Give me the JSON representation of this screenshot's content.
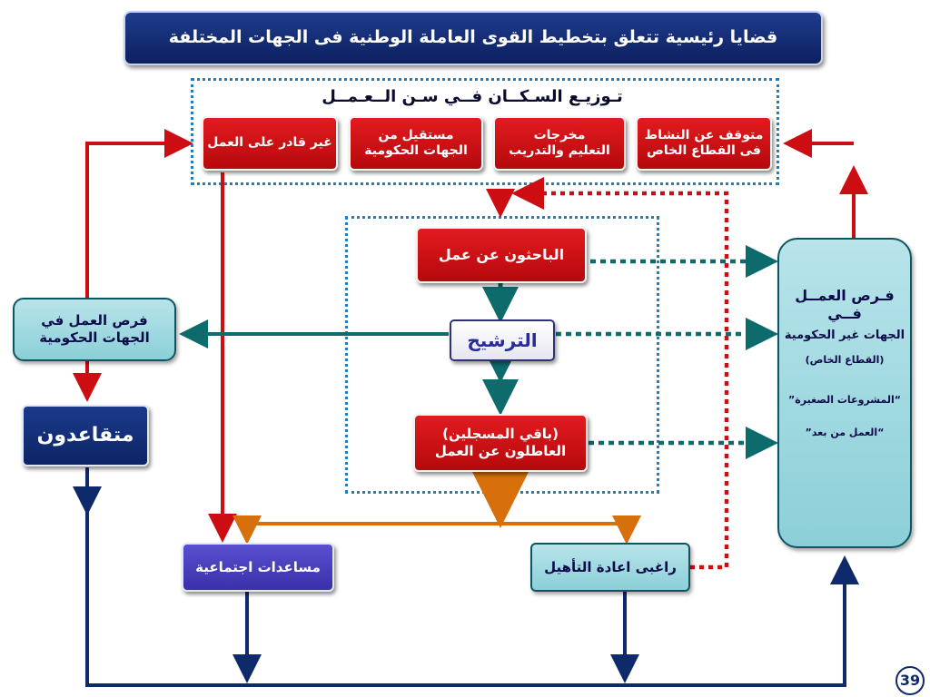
{
  "title": "قضايا رئيسية تتعلق بتخطيط القوى العاملة الوطنية فى الجهات المختلفة",
  "population_header": "تـوزيـع السـكــان فــي سـن الــعـمــل",
  "top_boxes": [
    {
      "line1": "غير قادر على العمل",
      "line2": ""
    },
    {
      "line1": "مستقيل من",
      "line2": "الجهات الحكومية"
    },
    {
      "line1": "مخرجات",
      "line2": "التعليم والتدريب"
    },
    {
      "line1": "متوقف عن النشاط",
      "line2": "فى القطاع الخاص"
    }
  ],
  "job_seekers": "الباحثون عن عمل",
  "nomination": "الترشيح",
  "remaining_registered": {
    "line1": "(باقي المسجلين)",
    "line2": "العاطلون عن العمل"
  },
  "gov_jobs": {
    "line1": "فرص العمل في",
    "line2": "الجهات الحكومية"
  },
  "retirees": "متقاعدون",
  "social_aid": "مساعدات اجتماعية",
  "rehab": "راغبى اعادة التأهيل",
  "private_jobs": {
    "line1": "فـرص العمــل",
    "line2": "فــي",
    "line3": "الجهات غير الحكومية",
    "line4": "(القطاع الخاص)",
    "line5": "“المشروعات الصغيرة”",
    "line6": "“العمل من بعد”"
  },
  "page_number": "39",
  "colors": {
    "red_line": "#cc0e13",
    "navy_line": "#0f2a6b",
    "teal_line": "#0d6b6b",
    "orange_line": "#d7700a",
    "dotted_frame": "#1b7fc0"
  }
}
